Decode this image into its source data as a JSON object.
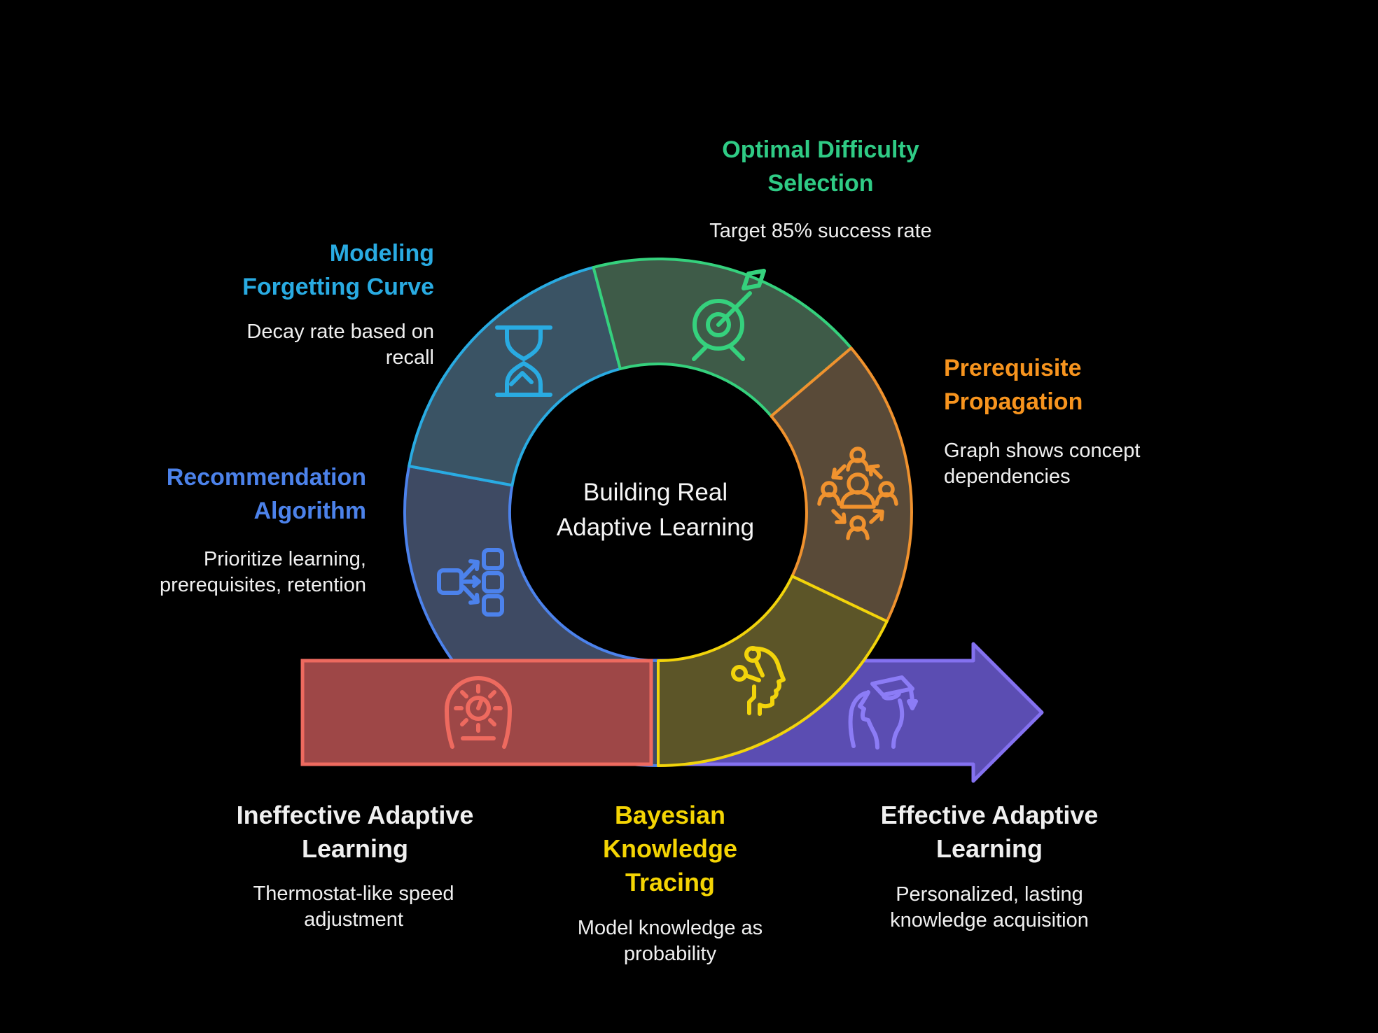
{
  "page": {
    "background": "#000000"
  },
  "center": {
    "title": "Building Real Adaptive Learning"
  },
  "sections": {
    "modeling_forgetting_curve": {
      "title": "Modeling Forgetting Curve",
      "subtitle": "Decay rate based on recall",
      "color": "#29ABE2",
      "segment_fill": "#3A5364",
      "icon": "hourglass-icon"
    },
    "optimal_difficulty_selection": {
      "title": "Optimal Difficulty Selection",
      "subtitle": "Target 85% success rate",
      "color": "#2FCB85",
      "segment_fill": "#3E5B48",
      "icon": "target-icon"
    },
    "prerequisite_propagation": {
      "title": "Prerequisite Propagation",
      "subtitle": "Graph shows concept dependencies",
      "color": "#F7941E",
      "segment_fill": "#594A38",
      "icon": "people-network-icon"
    },
    "bayesian_knowledge_tracing": {
      "title": "Bayesian Knowledge Tracing",
      "subtitle": "Model knowledge as probability",
      "color": "#F4D403",
      "segment_fill": "#5C5528",
      "icon": "head-circuit-icon"
    },
    "recommendation_algorithm": {
      "title": "Recommendation Algorithm",
      "subtitle": "Prioritize learning, prerequisites, retention",
      "color": "#4C82EA",
      "segment_fill": "#3E4A63",
      "icon": "flowchart-icon"
    },
    "ineffective_adaptive_learning": {
      "title": "Ineffective Adaptive Learning",
      "subtitle": "Thermostat-like speed adjustment",
      "color": "#F0F0F0",
      "bar_fill": "#9E4747",
      "bar_stroke": "#EE6A5F",
      "icon": "thermostat-icon"
    },
    "effective_adaptive_learning": {
      "title": "Effective Adaptive Learning",
      "subtitle": "Personalized, lasting knowledge acquisition",
      "color": "#F0F0F0",
      "arrow_fill": "#5B4DB2",
      "arrow_stroke": "#8471F0",
      "icon": "graduate-head-icon"
    }
  }
}
